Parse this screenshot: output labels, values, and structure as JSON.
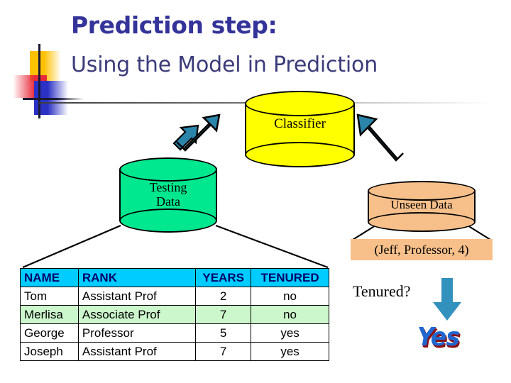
{
  "slide": {
    "title": "Prediction step:",
    "subtitle": "Using the Model in Prediction",
    "title_color": "#333399",
    "background": "#ffffff"
  },
  "logo": {
    "name": "powerpoint-design-mark",
    "colors": {
      "yellow": "#ffc000",
      "red": "#e8293a",
      "blue": "#2b31c4",
      "line": "#1a1a33"
    }
  },
  "diagram": {
    "nodes": [
      {
        "id": "classifier",
        "label": "Classifier",
        "shape": "cylinder",
        "color": "#ffff00"
      },
      {
        "id": "testing-data",
        "label": "Testing\nData",
        "label_line1": "Testing",
        "label_line2": "Data",
        "shape": "cylinder",
        "color": "#00e88f"
      },
      {
        "id": "unseen-data",
        "label": "Unseen Data",
        "shape": "cylinder",
        "color": "#f7c08a"
      }
    ],
    "arrows": [
      {
        "id": "testing-to-classifier",
        "style": "double-headed-diagonal",
        "direction": "up-right",
        "color": "#2b85ab"
      },
      {
        "id": "classifier-to-unseen",
        "style": "double-headed-diagonal",
        "direction": "down-right",
        "color": "#2b85ab"
      },
      {
        "id": "tenured-to-yes",
        "style": "single-headed",
        "direction": "down",
        "color": "#3391bd"
      }
    ],
    "tuple": "(Jeff, Professor, 4)",
    "tuple_bg": "#f7c08a",
    "question": "Tenured?",
    "answer": "Yes",
    "answer_color": "#1f66d0",
    "answer_shadow": "#8c1010"
  },
  "table": {
    "header_bg": "#00ccff",
    "header_fg": "#000066",
    "highlight_row_bg": "#ccf7cc",
    "columns": [
      "NAME",
      "RANK",
      "YEARS",
      "TENURED"
    ],
    "rows": [
      {
        "name": "Tom",
        "rank": "Assistant Prof",
        "years": "2",
        "tenured": "no",
        "highlight": false
      },
      {
        "name": "Merlisa",
        "rank": "Associate Prof",
        "years": "7",
        "tenured": "no",
        "highlight": true
      },
      {
        "name": "George",
        "rank": "Professor",
        "years": "5",
        "tenured": "yes",
        "highlight": false
      },
      {
        "name": "Joseph",
        "rank": "Assistant Prof",
        "years": "7",
        "tenured": "yes",
        "highlight": false
      }
    ]
  }
}
